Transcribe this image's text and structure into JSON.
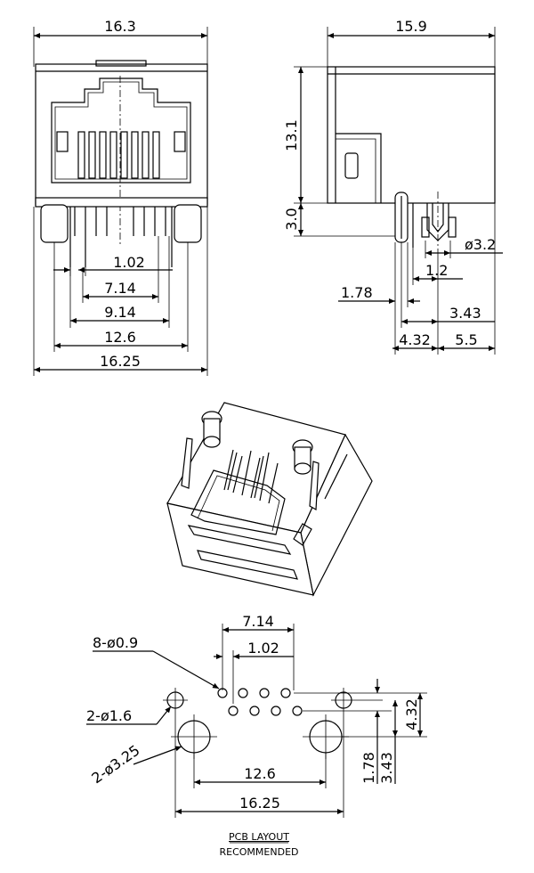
{
  "front_view": {
    "overall_width_top": "16.3",
    "pin_pitch": "1.02",
    "pin_span_inner": "7.14",
    "pin_span_outer": "9.14",
    "post_spacing": "12.6",
    "overall_width_bottom": "16.25"
  },
  "side_view": {
    "depth": "15.9",
    "body_height": "13.1",
    "pin_length": "3.0",
    "post_diameter": "ø3.2",
    "dim_1_2": "1.2",
    "dim_1_78": "1.78",
    "dim_3_43": "3.43",
    "dim_4_32": "4.32",
    "dim_5_5": "5.5"
  },
  "pcb_layout": {
    "pin_row_span": "7.14",
    "pin_pitch": "1.02",
    "pin_holes": "8-ø0.9",
    "shield_holes": "2-ø1.6",
    "post_holes": "2-ø3.25",
    "post_spacing": "12.6",
    "overall_width": "16.25",
    "dim_4_32": "4.32",
    "dim_1_78": "1.78",
    "dim_3_43": "3.43",
    "caption_line1": "PCB LAYOUT",
    "caption_line2": "RECOMMENDED"
  }
}
